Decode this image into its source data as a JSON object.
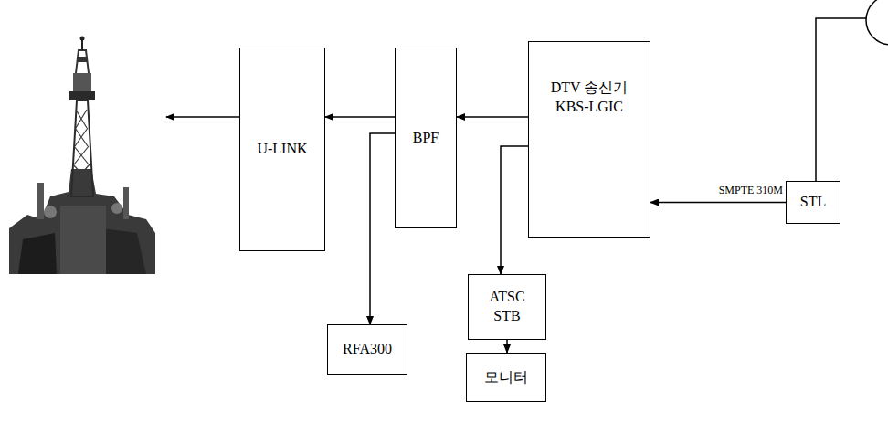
{
  "diagram": {
    "nodes": [
      {
        "text": [
          "U-LINK"
        ]
      },
      {
        "text": [
          "BPF"
        ]
      },
      {
        "text": [
          "DTV 송신기 KBS-LGIC"
        ]
      },
      {
        "text": [
          "STL"
        ]
      },
      {
        "text": [
          "RFA300"
        ]
      },
      {
        "text": [
          "ATSC STB"
        ]
      },
      {
        "text": [
          "모니터"
        ]
      }
    ],
    "edges": [
      {
        "from": 1,
        "to": 0,
        "arrow": "to"
      },
      {
        "from": 2,
        "to": 1,
        "arrow": "to"
      },
      {
        "from": 3,
        "to": 2,
        "label": "SMPTE 310M",
        "arrow": "to"
      },
      {
        "from": 1,
        "to": 4,
        "arrow": "to"
      },
      {
        "from": 2,
        "to": 5,
        "arrow": "to"
      },
      {
        "from": 5,
        "to": 6,
        "arrow": "to"
      }
    ]
  }
}
